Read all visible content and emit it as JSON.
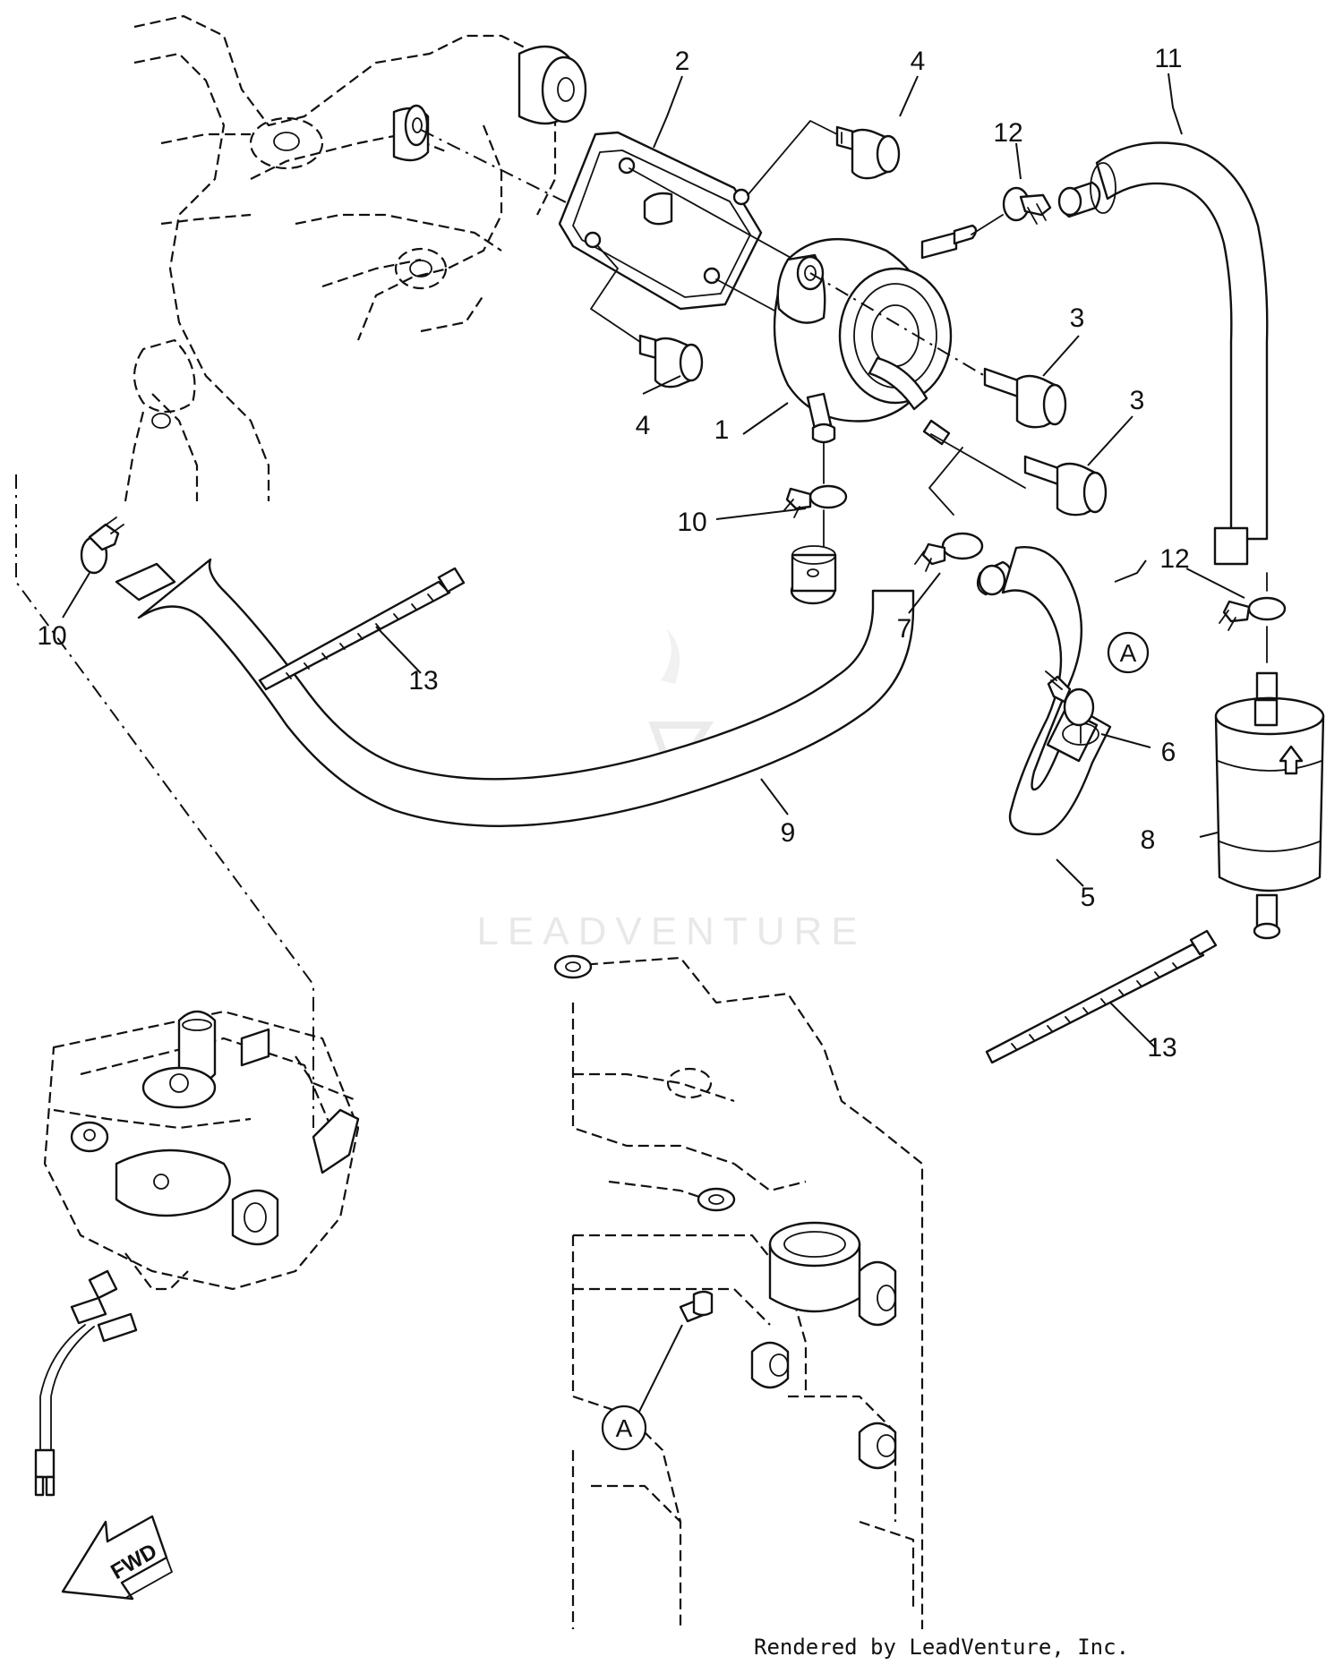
{
  "watermark": "LEADVENTURE",
  "credit": "Rendered by LeadVenture, Inc.",
  "direction_label": "FWD",
  "callouts": {
    "c1": "1",
    "c2": "2",
    "c3a": "3",
    "c3b": "3",
    "c4a": "4",
    "c4b": "4",
    "c5": "5",
    "c6": "6",
    "c7": "7",
    "c8": "8",
    "c9": "9",
    "c10a": "10",
    "c10b": "10",
    "c11": "11",
    "c12a": "12",
    "c12b": "12",
    "c13a": "13",
    "c13b": "13",
    "refA1": "A",
    "refA2": "A"
  }
}
